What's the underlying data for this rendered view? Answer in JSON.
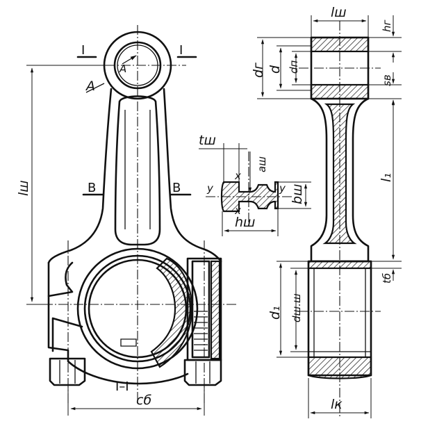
{
  "labels": {
    "l_sh_top": "lш",
    "h_g": "hг",
    "d_g": "dг",
    "d": "d",
    "d_n": "dп",
    "s_v": "sв",
    "l_1": "l₁",
    "t_b": "tб",
    "d_1": "d₁",
    "d_shsh": "dш.ш",
    "l_k": "lк",
    "l_sh_left": "lш",
    "c_b": "cб",
    "section_I_left": "I",
    "section_I_right": "I",
    "section_B_left": "B",
    "section_B_right": "B",
    "mark_A_small": "A",
    "mark_A": "A",
    "t_sh": "tш",
    "a_sh": "aш",
    "b_sh": "bш",
    "h_sh": "hш",
    "axis_y_left": "y",
    "axis_y_right": "y",
    "axis_x_top": "x",
    "axis_x_bottom": "x",
    "section_I_I": "I–I"
  }
}
